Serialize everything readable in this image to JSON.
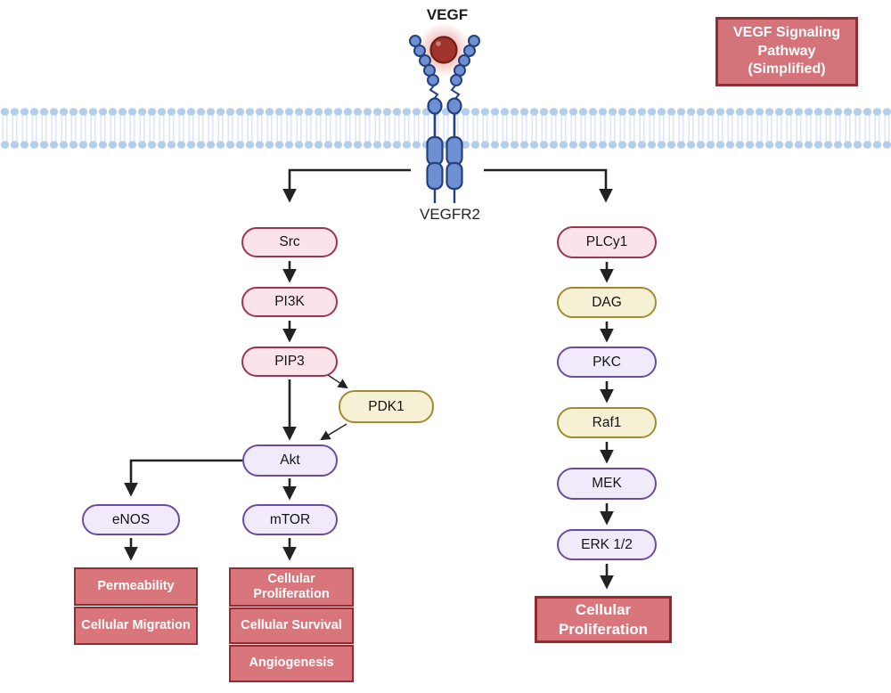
{
  "title": {
    "line1": "VEGF Signaling",
    "line2": "Pathway",
    "line3": "(Simplified)"
  },
  "receptor_complex": {
    "ligand": "VEGF",
    "receptor": "VEGFR2"
  },
  "nodes": {
    "src": "Src",
    "pi3k": "PI3K",
    "pip3": "PIP3",
    "pdk1": "PDK1",
    "akt": "Akt",
    "enos": "eNOS",
    "mtor": "mTOR",
    "plcy1": "PLCy1",
    "dag": "DAG",
    "pkc": "PKC",
    "raf1": "Raf1",
    "mek": "MEK",
    "erk12": "ERK 1/2"
  },
  "outcomes": {
    "permeability": "Permeability",
    "cellular_migration": "Cellular Migration",
    "cellular_proliferation": "Cellular Proliferation",
    "cellular_survival": "Cellular Survival",
    "angiogenesis": "Angiogenesis",
    "cellular_proliferation_right": "Cellular Proliferation"
  },
  "colors": {
    "node_pink_fill": "#fae3e9",
    "node_pink_border": "#9b3552",
    "node_yellow_fill": "#f6f1d4",
    "node_yellow_border": "#9f8c30",
    "node_purple_fill": "#f0eafb",
    "node_purple_border": "#6b4b9f",
    "outcome_fill": "#d8767c",
    "outcome_border": "#932c31",
    "title_fill": "#d5737b",
    "title_border": "#8e2f36",
    "membrane_head_blue": "#b3cdee",
    "membrane_tail_blue": "#dbe7f8",
    "receptor_blue": "#6e90d2",
    "receptor_outline": "#24407e",
    "ligand_red": "#a0342c",
    "arrow_black": "#222222"
  }
}
